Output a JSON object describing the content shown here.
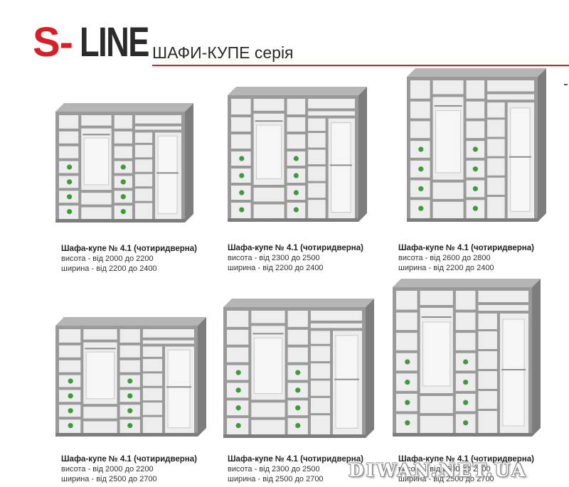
{
  "header": {
    "logo_s": "S-",
    "logo_line": "LINE",
    "subtitle": "ШАФИ-КУПЕ серія",
    "accent_color": "#d81f26"
  },
  "products": [
    {
      "title": "Шафа-купе № 4.1 (чотиридверна)",
      "height": "висота - від 2000 до 2200",
      "width": "ширина - від 2200 до 2400"
    },
    {
      "title": "Шафа-купе № 4.1 (чотиридверна)",
      "height": "висота - від 2300 до 2500",
      "width": "ширина - від 2200 до 2400"
    },
    {
      "title": "Шафа-купе № 4.1 (чотиридверна)",
      "height": "висота - від 2600 до 2800",
      "width": "ширина - від 2200 до 2400"
    },
    {
      "title": "Шафа-купе № 4.1 (чотиридверна)",
      "height": "висота - від 2000 до 2200",
      "width": "ширина - від 2500 до 2700"
    },
    {
      "title": "Шафа-купе № 4.1 (чотиридверна)",
      "height": "висота - від 2300 до 2500",
      "width": "ширина - від 2500 до 2700"
    },
    {
      "title": "Шафа-купе № 4.1 (чотиридверна)",
      "height": "висота - від 2600 до 2800",
      "width": "ширина - від 2500 до 2700"
    }
  ],
  "colors": {
    "carcass": "#9a9a9a",
    "carcass_dark": "#7d7d7d",
    "carcass_top": "#b5b5b5",
    "interior": "#ededed",
    "knob": "#3f9a3a"
  },
  "watermark": "DIWAN.NET.UA"
}
